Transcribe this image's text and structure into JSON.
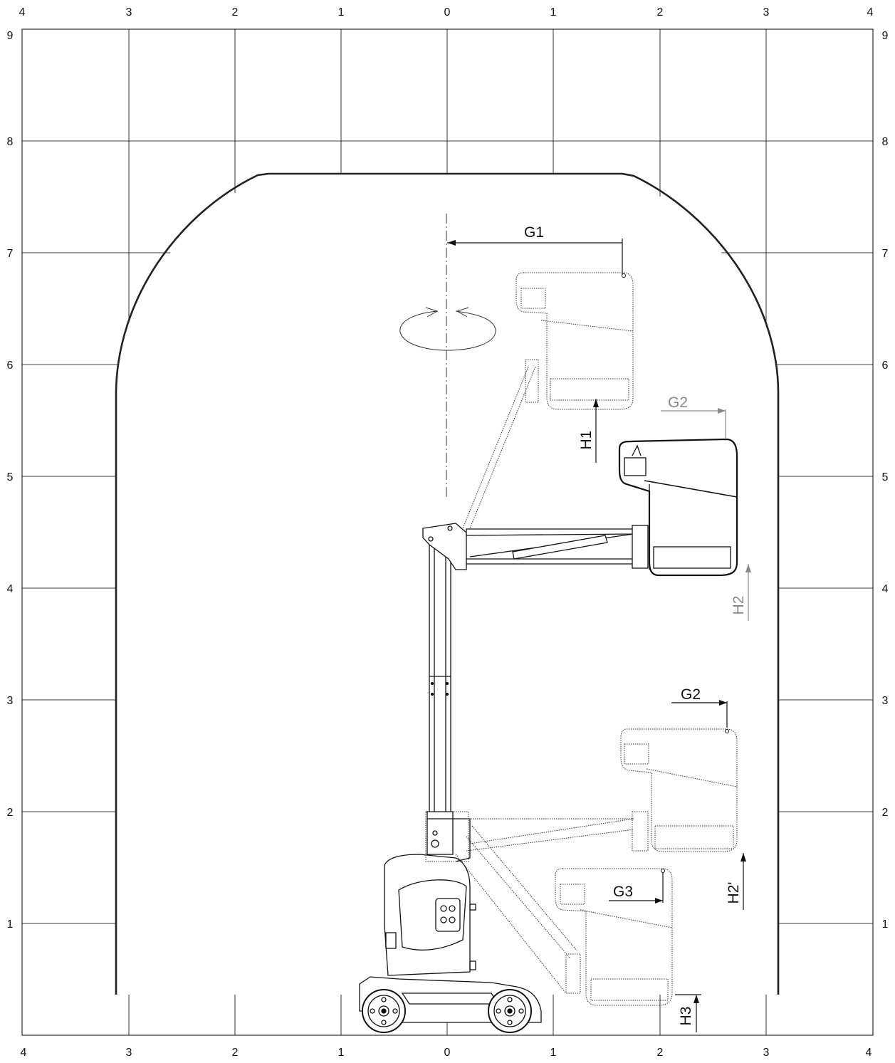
{
  "axes": {
    "x_ticks_top": [
      "4",
      "3",
      "2",
      "1",
      "0",
      "1",
      "2",
      "3",
      "4"
    ],
    "x_ticks_bottom": [
      "4",
      "3",
      "2",
      "1",
      "0",
      "1",
      "2",
      "3",
      "4"
    ],
    "y_ticks_left": [
      "9",
      "8",
      "7",
      "6",
      "5",
      "4",
      "3",
      "2",
      "1"
    ],
    "y_ticks_right": [
      "9",
      "8",
      "7",
      "6",
      "5",
      "4",
      "3",
      "2",
      "1"
    ]
  },
  "dimensions": {
    "g1": "G1",
    "g2_gray": "G2",
    "g2": "G2",
    "g3": "G3",
    "h1": "H1",
    "h2": "H2",
    "h2_prime": "H2'",
    "h3": "H3"
  },
  "colors": {
    "primary_line": "#000000",
    "secondary_line": "#888888",
    "background": "#ffffff"
  }
}
